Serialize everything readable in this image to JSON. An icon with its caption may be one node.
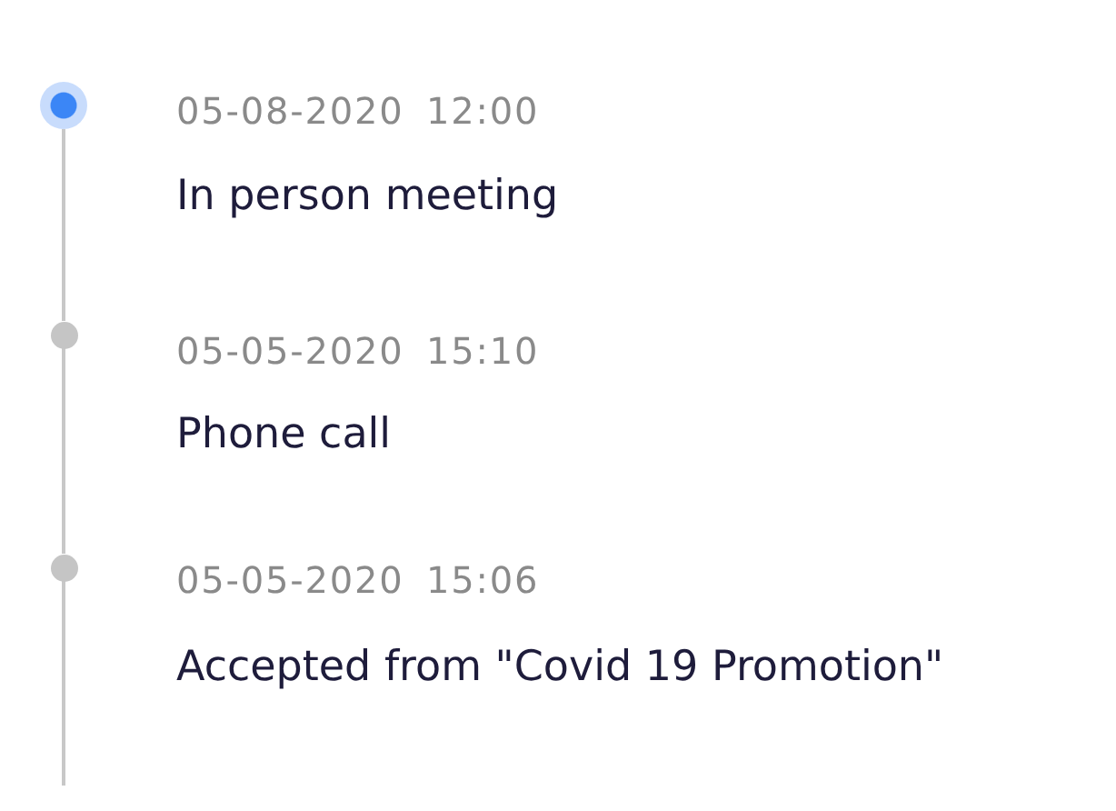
{
  "diagram": {
    "nodes": [
      {
        "text": [],
        "shape": "circle",
        "beside": [
          "05-08-2020 12:00",
          "In person meeting"
        ]
      },
      {
        "text": [],
        "shape": "circle",
        "beside": [
          "05-05-2020 15:10",
          "Phone call"
        ]
      },
      {
        "text": [],
        "shape": "circle",
        "beside": [
          "05-05-2020 15:06",
          "Accepted from \"Covid 19 Promotion\""
        ]
      }
    ],
    "edges": [
      {
        "from": 0,
        "to": 1,
        "arrow": "none"
      },
      {
        "from": 1,
        "to": 2,
        "arrow": "none"
      },
      {
        "from": 2,
        "to": null,
        "arrow": "none"
      }
    ]
  }
}
